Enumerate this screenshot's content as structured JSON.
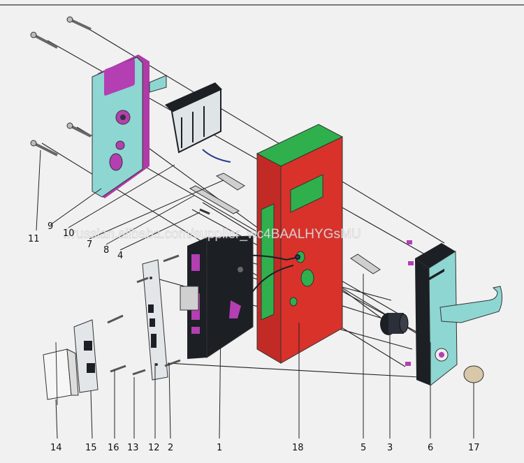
{
  "watermark": "//russian.alibaba.com/supplier_wc4BAALHYGsMU",
  "colors": {
    "background": "#f1f1f1",
    "cyan_plate": "#8ed6d2",
    "mortise_body": "#d8322b",
    "green_face": "#2fb04d",
    "magenta": "#b43fb2",
    "dark_part": "#1c1f24"
  },
  "labels": {
    "p1": "1",
    "p2": "2",
    "p3": "3",
    "p4": "4",
    "p5": "5",
    "p6": "6",
    "p7": "7",
    "p8": "8",
    "p9": "9",
    "p10": "10",
    "p11": "11",
    "p12": "12",
    "p13": "13",
    "p14": "14",
    "p15": "15",
    "p16": "16",
    "p17": "17",
    "p18": "18"
  }
}
